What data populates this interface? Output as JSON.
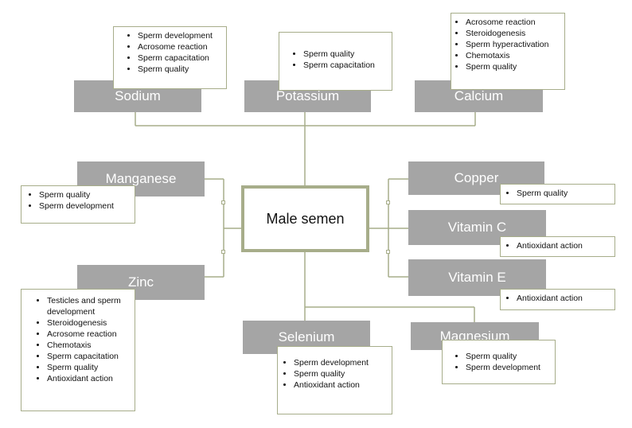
{
  "center": {
    "label": "Male semen"
  },
  "nodes": {
    "sodium": {
      "label": "Sodium",
      "items": [
        "Sperm development",
        "Acrosome reaction",
        "Sperm capacitation",
        "Sperm quality"
      ]
    },
    "potassium": {
      "label": "Potassium",
      "items": [
        "Sperm quality",
        "Sperm capacitation"
      ]
    },
    "calcium": {
      "label": "Calcium",
      "items": [
        "Acrosome reaction",
        "Steroidogenesis",
        "Sperm hyperactivation",
        "Chemotaxis",
        "Sperm quality"
      ]
    },
    "manganese": {
      "label": "Manganese",
      "items": [
        "Sperm quality",
        "Sperm development"
      ]
    },
    "zinc": {
      "label": "Zinc",
      "items": [
        "Testicles and sperm development",
        "Steroidogenesis",
        "Acrosome reaction",
        "Chemotaxis",
        "Sperm capacitation",
        "Sperm quality",
        "Antioxidant action"
      ]
    },
    "copper": {
      "label": "Copper",
      "items": [
        "Sperm quality"
      ]
    },
    "vitamin_c": {
      "label": "Vitamin C",
      "items": [
        "Antioxidant action"
      ]
    },
    "vitamin_e": {
      "label": "Vitamin E",
      "items": [
        "Antioxidant action"
      ]
    },
    "selenium": {
      "label": "Selenium",
      "items": [
        "Sperm development",
        "Sperm quality",
        "Antioxidant action"
      ]
    },
    "magnesium": {
      "label": "Magnesium",
      "items": [
        "Sperm quality",
        "Sperm development"
      ]
    }
  },
  "colors": {
    "node_fill": "#a5a5a5",
    "line": "#a7ad8a",
    "text": "#111111"
  }
}
